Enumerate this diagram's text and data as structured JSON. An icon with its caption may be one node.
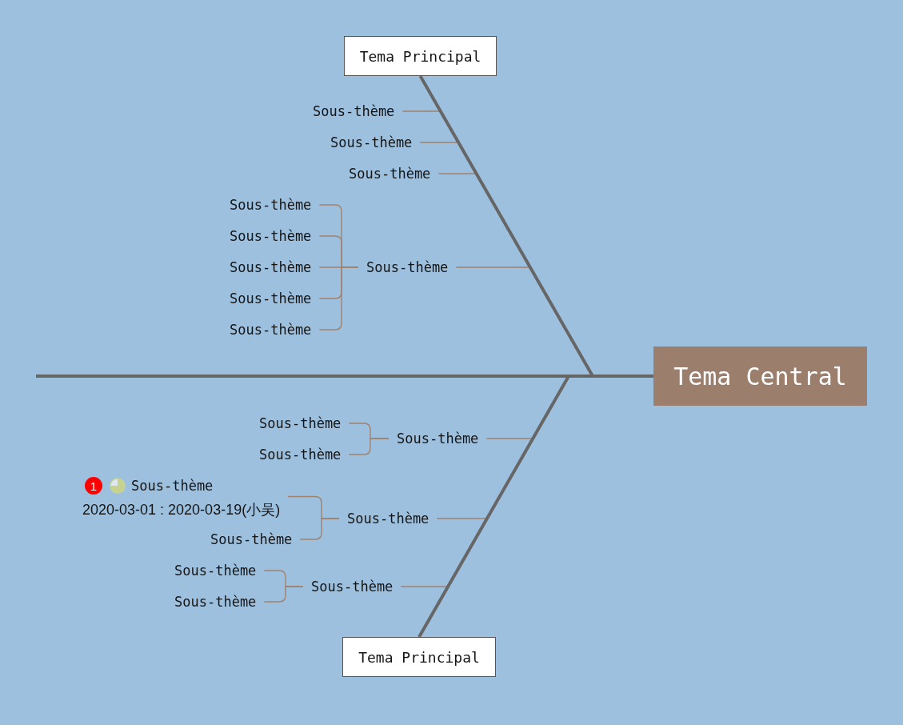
{
  "diagram": {
    "nodes": [
      {
        "text": [
          "Tema Central"
        ]
      },
      {
        "text": [
          "Tema Principal"
        ]
      },
      {
        "text": [
          "Sous-thème"
        ]
      },
      {
        "text": [
          "Sous-thème"
        ]
      },
      {
        "text": [
          "Sous-thème"
        ]
      },
      {
        "text": [
          "Sous-thème"
        ]
      },
      {
        "text": [
          "Sous-thème"
        ]
      },
      {
        "text": [
          "Sous-thème"
        ]
      },
      {
        "text": [
          "Sous-thème"
        ]
      },
      {
        "text": [
          "Sous-thème"
        ]
      },
      {
        "text": [
          "Sous-thème"
        ]
      },
      {
        "text": [
          "Tema Principal"
        ]
      },
      {
        "text": [
          "Sous-thème"
        ]
      },
      {
        "text": [
          "Sous-thème"
        ]
      },
      {
        "text": [
          "Sous-thème"
        ]
      },
      {
        "text": [
          "Sous-thème"
        ]
      },
      {
        "text": [
          "1",
          "Sous-thème",
          "2020-03-01 : 2020-03-19(小吴)"
        ]
      },
      {
        "text": [
          "Sous-thème"
        ]
      },
      {
        "text": [
          "Sous-thème"
        ]
      },
      {
        "text": [
          "Sous-thème"
        ]
      },
      {
        "text": [
          "Sous-thème"
        ]
      }
    ],
    "edges": [
      {
        "from": null,
        "to": 0,
        "arrow": "none",
        "style": "thick",
        "color": "#666666"
      },
      {
        "from": 1,
        "to": 0,
        "arrow": "none",
        "style": "thick",
        "color": "#666666"
      },
      {
        "from": 11,
        "to": 0,
        "arrow": "none",
        "style": "thick",
        "color": "#666666"
      },
      {
        "from": 2,
        "to": null,
        "arrow": "none"
      },
      {
        "from": 3,
        "to": null,
        "arrow": "none"
      },
      {
        "from": 4,
        "to": null,
        "arrow": "none"
      },
      {
        "from": 5,
        "to": null,
        "arrow": "none"
      },
      {
        "from": 6,
        "to": 5,
        "arrow": "none"
      },
      {
        "from": 7,
        "to": 5,
        "arrow": "none"
      },
      {
        "from": 8,
        "to": 5,
        "arrow": "none"
      },
      {
        "from": 9,
        "to": 5,
        "arrow": "none"
      },
      {
        "from": 10,
        "to": 5,
        "arrow": "none"
      },
      {
        "from": 12,
        "to": null,
        "arrow": "none"
      },
      {
        "from": 15,
        "to": null,
        "arrow": "none"
      },
      {
        "from": 18,
        "to": null,
        "arrow": "none"
      },
      {
        "from": 13,
        "to": 12,
        "arrow": "none"
      },
      {
        "from": 14,
        "to": 12,
        "arrow": "none"
      },
      {
        "from": 16,
        "to": 15,
        "arrow": "none"
      },
      {
        "from": 17,
        "to": 15,
        "arrow": "none"
      },
      {
        "from": 19,
        "to": 18,
        "arrow": "none"
      },
      {
        "from": 20,
        "to": 18,
        "arrow": "none"
      }
    ]
  }
}
